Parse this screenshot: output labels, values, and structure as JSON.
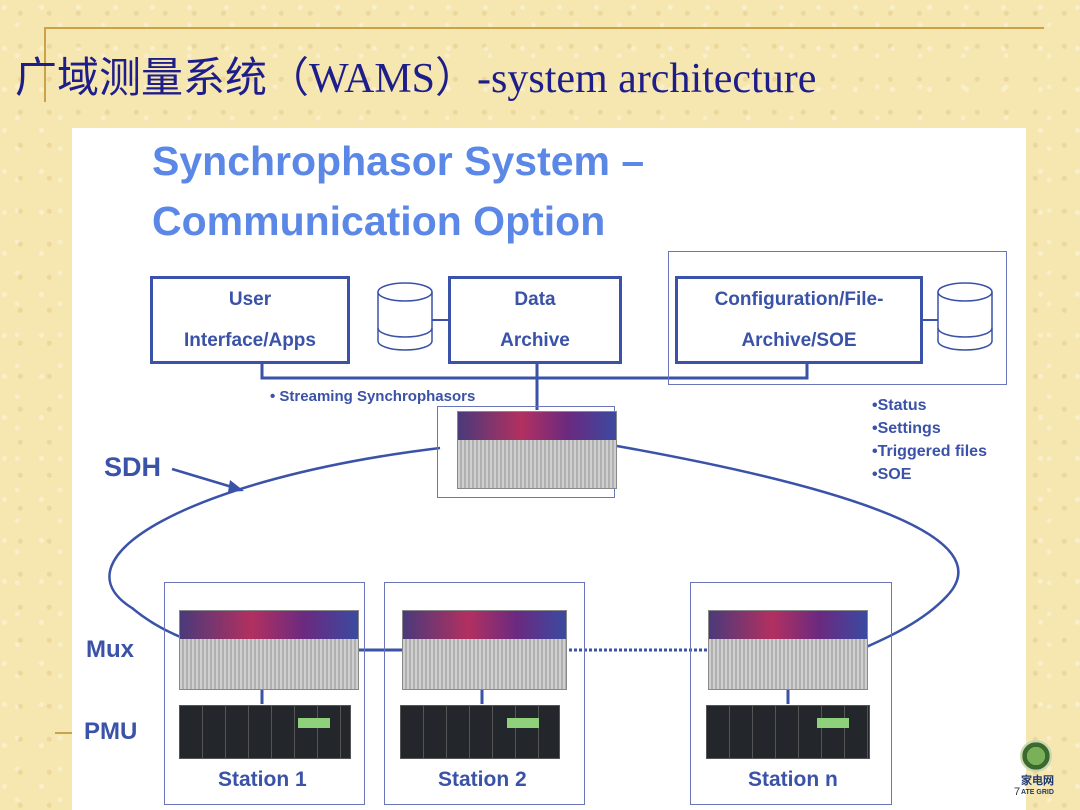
{
  "slide": {
    "title": "广域测量系统（WAMS）-system architecture",
    "page_number": "7",
    "logo_text_cn": "家电网",
    "logo_text_en": "ATE GRID"
  },
  "diagram": {
    "title_line1": "Synchrophasor System –",
    "title_line2": "Communication Option",
    "boxes": {
      "user_interface": {
        "line1": "User",
        "line2": "Interface/Apps"
      },
      "data_archive": {
        "line1": "Data",
        "line2": "Archive"
      },
      "configuration": {
        "line1": "Configuration/File-",
        "line2": "Archive/SOE"
      }
    },
    "streaming_label": "• Streaming Synchrophasors",
    "side_list": [
      "Status",
      "Settings",
      "Triggered files",
      "SOE"
    ],
    "sdh_label": "SDH",
    "mux_label": "Mux",
    "pmu_label": "PMU",
    "stations": [
      "Station 1",
      "Station 2",
      "Station n"
    ]
  }
}
